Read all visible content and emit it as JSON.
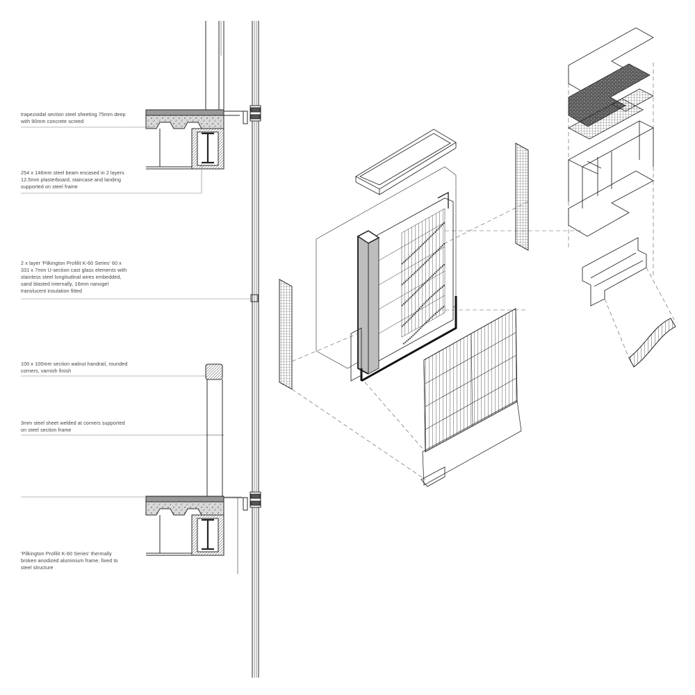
{
  "annotations": [
    {
      "id": "screed",
      "lines": [
        "trapezoidal section steel sheeting 75mm deep",
        "with 90mm concrete screed"
      ]
    },
    {
      "id": "beam",
      "lines": [
        "254 x 146mm steel beam encased in 2 layers",
        "12.5mm plasterboard, staircase and landing",
        "supported on steel frame"
      ]
    },
    {
      "id": "glass",
      "lines": [
        "2 x layer 'Pilkington Profilit K-60 Series' 60 x",
        "331 x 7mm U-section cast glass elements with",
        "stainless steel longitudinal wires embedded,",
        "sand blasted internally, 16mm nanogel",
        "translucent insulation fitted"
      ]
    },
    {
      "id": "handrail",
      "lines": [
        "100 x 100mm section walnut handrail, rounded",
        "corners, varnish finish"
      ]
    },
    {
      "id": "sheet",
      "lines": [
        "3mm steel sheet welded at corners supported",
        "on steel section frame"
      ]
    },
    {
      "id": "frame",
      "lines": [
        "'Pilkington Profilit K-60 Series' thermally",
        "broken anodized aluminium frame, fixed to",
        "steel structure"
      ]
    }
  ],
  "colors": {
    "line": "#2a2a2a",
    "leader": "#777777",
    "concrete": "#d4d4d4",
    "hatch": "#555555",
    "shade": "#bdbdbd",
    "ink": "#111111"
  }
}
